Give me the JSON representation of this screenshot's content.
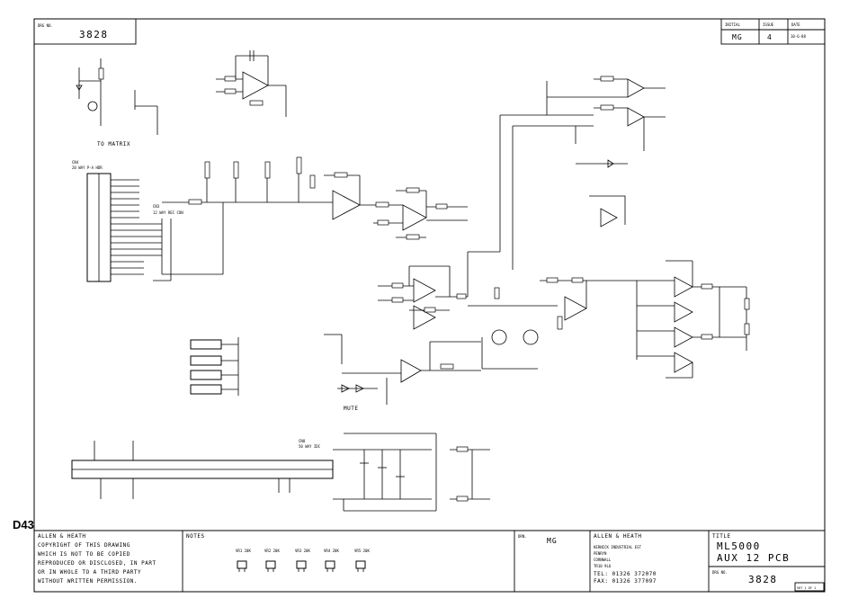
{
  "drawing_number_box": {
    "label": "DRG NO.",
    "value": "3828"
  },
  "revision_block": {
    "headers": [
      "INITIAL",
      "ISSUE",
      "DATE"
    ],
    "values": [
      "MG",
      "4",
      "10-6-88"
    ]
  },
  "sheet_code": "D43",
  "left_labels": {
    "to_matrix": "TO MATRIX",
    "cn4": "CN4",
    "cn4_desc": "20 WAY P-A HDR",
    "cn3": "CN3",
    "cn3_desc": "12 WAY REC CON",
    "mute": "MUTE",
    "cn8": "CN8",
    "cn8_desc": "50 WAY IDC"
  },
  "title_block": {
    "company": "ALLEN & HEATH",
    "copyright_lines": [
      "COPYRIGHT OF THIS DRAWING",
      "WHICH IS NOT TO BE COPIED",
      "REPRODUCED OR DISCLOSED, IN PART",
      "OR IN WHOLE TO A THIRD PARTY",
      "WITHOUT WRITTEN PERMISSION."
    ],
    "notes_label": "NOTES",
    "drn_label": "DRN.",
    "drn_value": "MG",
    "address_lines": [
      "ALLEN & HEATH",
      "KERNICK INDUSTRIAL EST",
      "PENRYN",
      "CORNWALL",
      "TR10 9LU"
    ],
    "tel": "TEL: 01326 372070",
    "fax": "FAX: 01326 377097",
    "title_label": "TITLE",
    "title_line1": "ML5000",
    "title_line2": "AUX 12 PCB",
    "drg_no_label": "DRG NO.",
    "drg_no_value": "3828",
    "corner_tag": "SHT 1 OF 1"
  },
  "notes_parts": [
    "VR1 20K",
    "VR2 20K",
    "VR3 20K",
    "VR4 20K",
    "VR5 20K"
  ]
}
